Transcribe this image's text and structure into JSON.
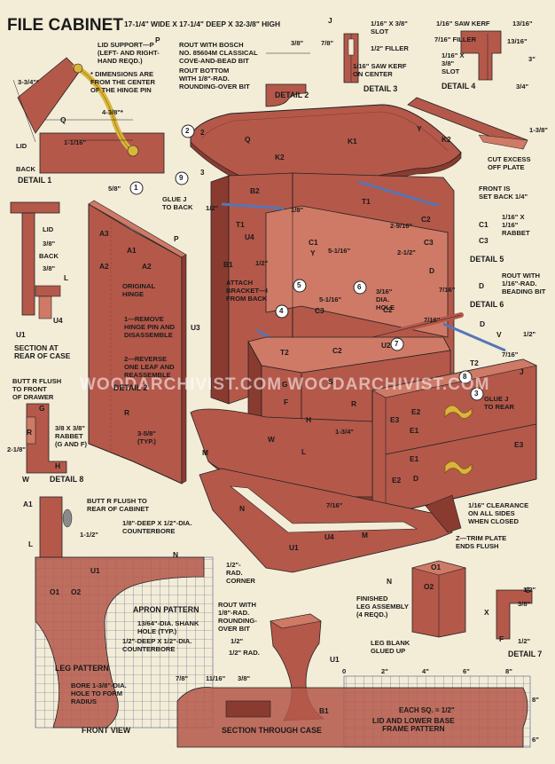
{
  "title": "FILE CABINET",
  "dimensions": "17-1/4\" WIDE X 17-1/4\" DEEP X 32-3/8\" HIGH",
  "watermark": "WOODARCHIVIST.COM   WOODARCHIVIST.COM",
  "colors": {
    "background": "#f3ecd7",
    "wood": "#b4584a",
    "wood_dark": "#8a3b30",
    "wood_light": "#cf7a66",
    "brass": "#d9b53b",
    "blue_rod": "#5676b5",
    "grid": "#4a5a8a"
  },
  "details": {
    "d1": "DETAIL 1",
    "d2": "DETAIL 2",
    "d3": "DETAIL 3",
    "d4": "DETAIL 4",
    "d5": "DETAIL 5",
    "d6": "DETAIL 6",
    "d7": "DETAIL 7",
    "d8": "DETAIL 8",
    "d2b": "DETAIL 2",
    "section_rear": "SECTION AT\nREAR OF CASE",
    "front_view": "FRONT VIEW",
    "section_case": "SECTION THROUGH CASE",
    "lid_pattern": "LID AND LOWER BASE\nFRAME PATTERN",
    "leg_pattern": "LEG PATTERN",
    "apron_pattern": "APRON PATTERN"
  },
  "notes": {
    "lid_support": "LID SUPPORT—P\n(LEFT- AND RIGHT-\nHAND REQD.)",
    "dims_note": "* DIMENSIONS ARE\nFROM THE CENTER\nOF THE HINGE PIN",
    "bosch": "ROUT WITH BOSCH\nNO. 85604M CLASSICAL\nCOVE-AND-BEAD BIT",
    "rout_bottom": "ROUT BOTTOM\nWITH 1/8\"-RAD.\nROUNDING-OVER BIT",
    "slot": "1/16\" X 3/8\"\nSLOT",
    "filler": "1/2\" FILLER",
    "saw_kerf_center": "1/16\" SAW KERF\nON CENTER",
    "saw_kerf": "1/16\" SAW KERF",
    "filler2": "7/16\" FILLER",
    "slot2": "1/16\" X\n3/8\"\nSLOT",
    "cut_excess": "CUT EXCESS\nOFF PLATE",
    "front_set": "FRONT IS\nSET BACK 1/4\"",
    "rabbet1": "1/16\" X\n1/16\"\nRABBET",
    "beading": "ROUT WITH\n1/16\"-RAD.\nBEADING BIT",
    "glue_back": "GLUE J\nTO BACK",
    "original_hinge": "ORIGINAL\nHINGE",
    "step1": "1—REMOVE\nHINGE PIN AND\nDISASSEMBLE",
    "step2": "2—REVERSE\nONE LEAF AND\nREASSEMBLE",
    "attach_bracket": "ATTACH\nBRACKET—I\nFROM BACK",
    "dia_hole": "3/16\"\nDIA.\nHOLE",
    "glue_rear": "GLUE J\nTO REAR",
    "butt_front": "BUTT R FLUSH\nTO FRONT\nOF DRAWER",
    "rabbet_gh": "3/8 X 3/8\"\nRABBET\n(G AND F)",
    "butt_rear": "BUTT R FLUSH TO\nREAR OF CABINET",
    "counterbore1": "1/8\"-DEEP X 1/2\"-DIA.\nCOUNTERBORE",
    "clearance": "1/16\" CLEARANCE\nON ALL SIDES\nWHEN CLOSED",
    "trim_plate": "Z—TRIM PLATE\nENDS FLUSH",
    "rad_corner": "1/2\"-\nRAD.\nCORNER",
    "shank_hole": "13/64\"-DIA. SHANK\nHOLE (TYP.)",
    "counterbore2": "1/2\"-DEEP X 1/2\"-DIA.\nCOUNTERBORE",
    "rout_rounding": "ROUT WITH\n1/8\"-RAD.\nROUNDING-\nOVER BIT",
    "finished_leg": "FINISHED\nLEG ASSEMBLY\n(4 REQD.)",
    "leg_blank": "LEG BLANK\nGLUED UP",
    "bore": "BORE 1-3/8\"-DIA.\nHOLE TO FORM\nRADIUS",
    "each_sq": "EACH SQ. = 1/2\"",
    "lid": "LID",
    "back": "BACK",
    "lid2": "LID",
    "back2": "BACK",
    "rad_half": "1/2\" RAD."
  },
  "measurements": {
    "m1": "3-3/4\"*",
    "m2": "4-3/8\"*",
    "m3": "1-1/16\"",
    "m4": "3/8\"",
    "m5": "7/8\"",
    "m6": "13/16\"",
    "m7": "13/16\"",
    "m8": "3\"",
    "m9": "3/4\"",
    "m10": "1-3/8\"",
    "m11": "5/8\"",
    "m12": "3/8\"",
    "m13": "3/8\"",
    "m14": "1/8\"",
    "m15": "2-9/16\"",
    "m16": "5-1/16\"",
    "m17": "1/2\"",
    "m18": "2-1/2\"",
    "m19": "5-1/16\"",
    "m20": "7/16\"",
    "m21": "7/16\"",
    "m22": "1/2\"",
    "m23": "7/16\"",
    "m24": "1-3/4\"",
    "m25": "3-5/8\"\n(TYP.)",
    "m26": "7/16\"",
    "m27": "2-1/8\"",
    "m28": "1-1/2\"",
    "m29": "3/8\"",
    "m30": "1/2\"",
    "m31": "7/8\"",
    "m32": "11/16\"",
    "m33": "3/8\"",
    "m34": "8\"",
    "m35": "6\"",
    "m36": "1/2\"",
    "m37": "1/2\"",
    "m38": "1/2\""
  },
  "scale": [
    "0",
    "2\"",
    "4\"",
    "6\"",
    "8\""
  ],
  "parts": {
    "a1": "A1",
    "a2": "A2",
    "a3": "A3",
    "a1b": "A1",
    "a2b": "A2",
    "b1": "B1",
    "b2": "B2",
    "b1b": "B1",
    "c1": "C1",
    "c2": "C2",
    "c3": "C3",
    "c3b": "C3",
    "c1b": "C1",
    "c3c": "C3",
    "c2b": "C2",
    "c2c": "C2",
    "d": "D",
    "db": "D",
    "dc": "D",
    "dd": "D",
    "e1": "E1",
    "e2": "E2",
    "e3": "E3",
    "e2b": "E2",
    "e3b": "E3",
    "e1b": "E1",
    "f": "F",
    "fb": "F",
    "g": "G",
    "gb": "G",
    "gc": "G",
    "h": "H",
    "hb": "H",
    "j": "J",
    "jb": "J",
    "k1": "K1",
    "k2": "K2",
    "k2b": "K2",
    "l": "L",
    "lb": "L",
    "lc": "L",
    "m": "M",
    "mb": "M",
    "n": "N",
    "nb": "N",
    "nc": "N",
    "o1": "O1",
    "o2": "O2",
    "o1b": "O1",
    "o2b": "O2",
    "p": "P",
    "pb": "P",
    "q": "Q",
    "qb": "Q",
    "r": "R",
    "rb": "R",
    "rc": "R",
    "s": "S",
    "t1": "T1",
    "t1b": "T1",
    "t2": "T2",
    "t2b": "T2",
    "u1": "U1",
    "u1b": "U1",
    "u1c": "U1",
    "u1d": "U1",
    "u2": "U2",
    "u3": "U3",
    "u4": "U4",
    "u4b": "U4",
    "u4c": "U4",
    "v": "V",
    "w": "W",
    "wb": "W",
    "x": "X",
    "y": "Y",
    "yb": "Y"
  },
  "circles": [
    "1",
    "2",
    "3",
    "4",
    "5",
    "6",
    "7",
    "8",
    "9",
    "2",
    "3"
  ]
}
